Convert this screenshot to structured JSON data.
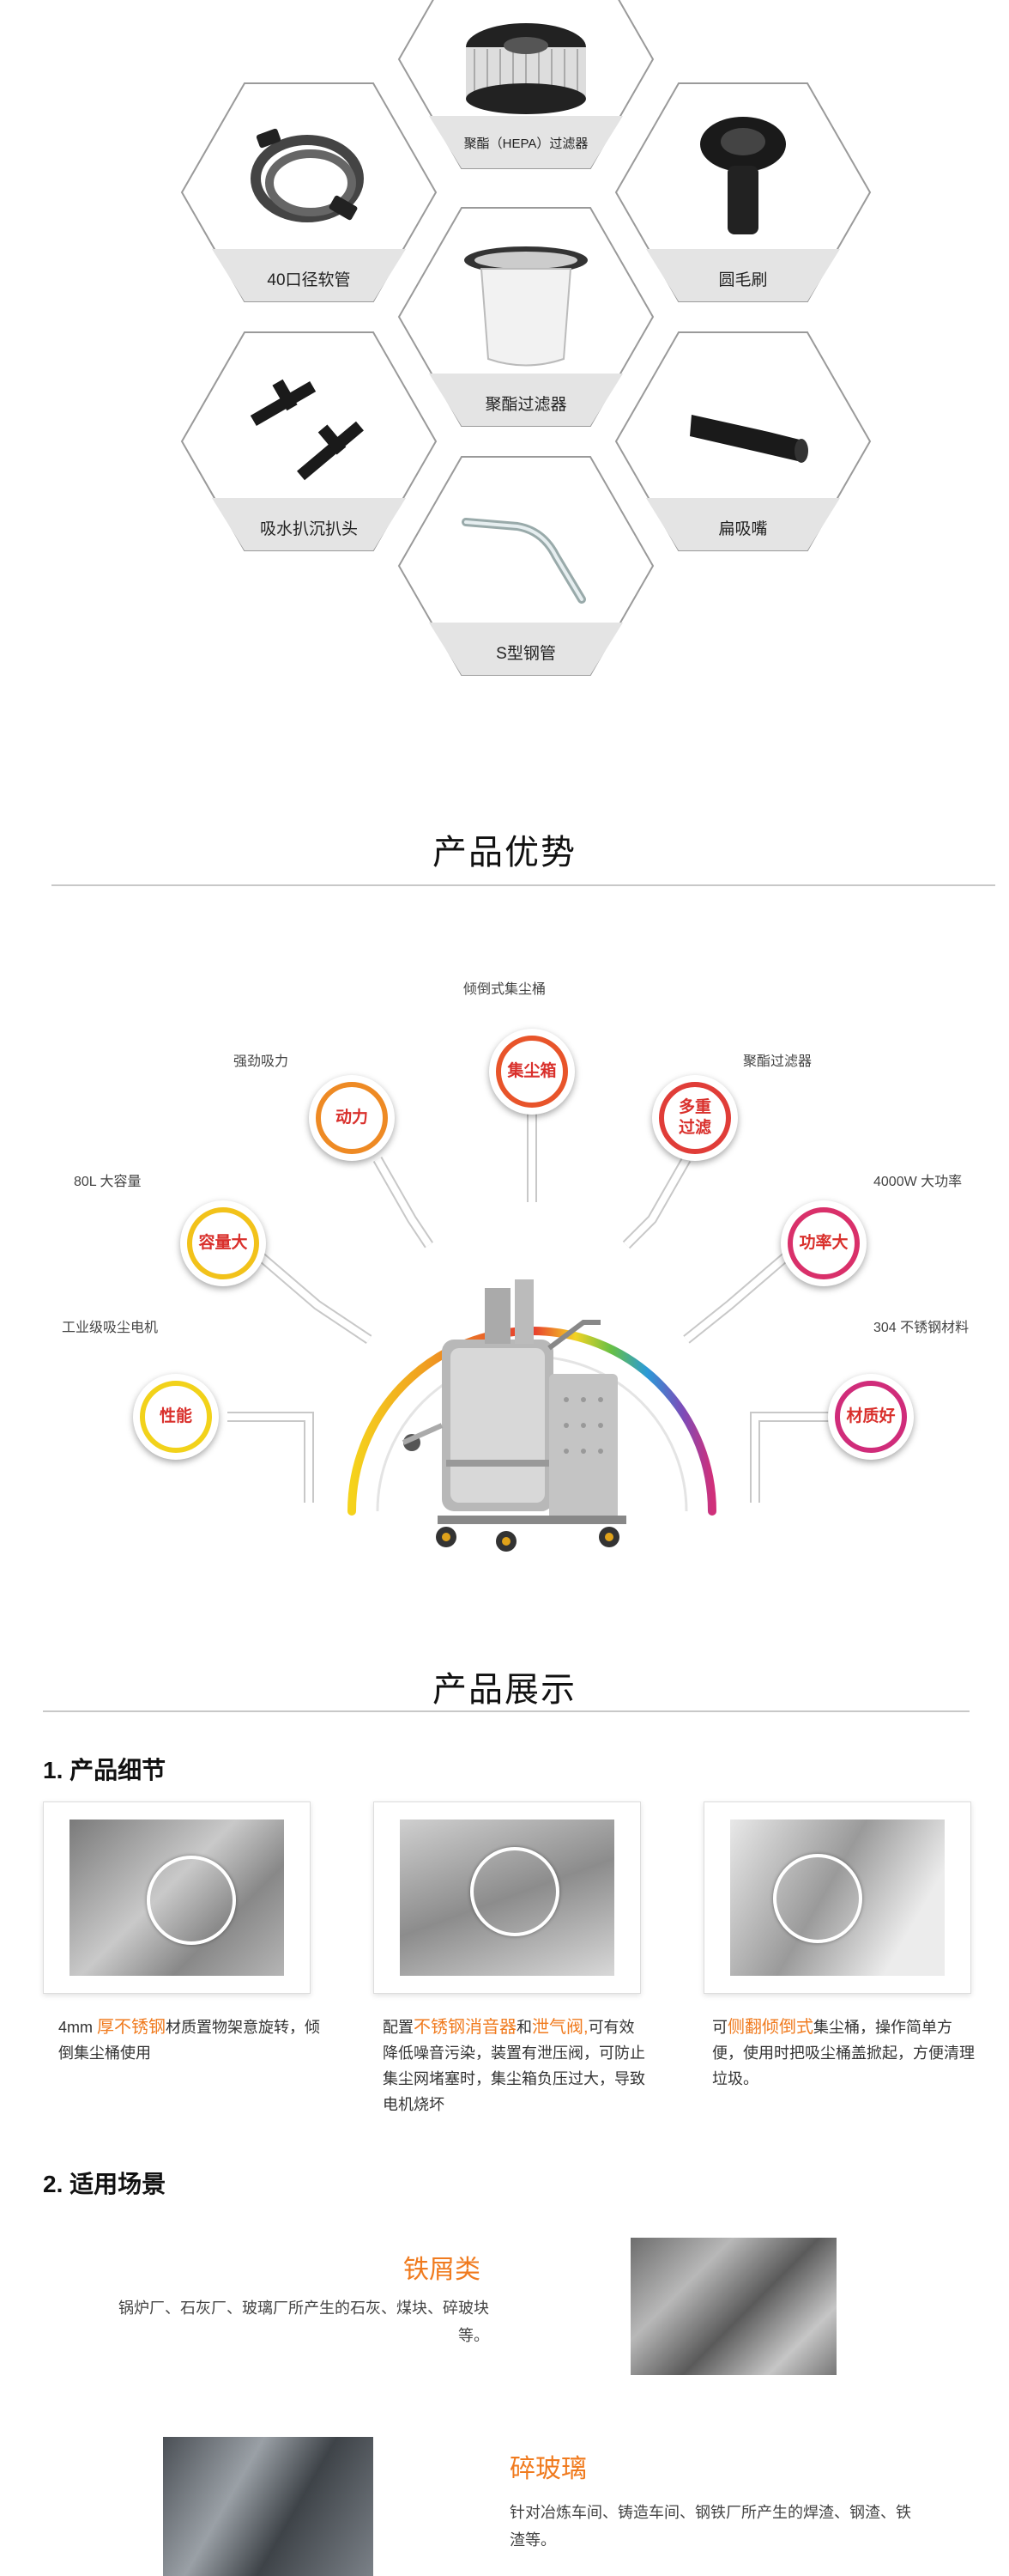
{
  "accessories": {
    "hepa_filter": "聚酯（HEPA）过滤器",
    "hose": "40口径软管",
    "round_brush": "圆毛刷",
    "polyester_filter": "聚酯过滤器",
    "squeegee": "吸水扒沉扒头",
    "flat_nozzle": "扁吸嘴",
    "s_pipe": "S型钢管"
  },
  "advantages": {
    "title": "产品优势",
    "features": [
      {
        "label": "性能",
        "caption": "工业级吸尘电机",
        "color": "#f2d21a"
      },
      {
        "label": "容量大",
        "caption": "80L 大容量",
        "color": "#f2c21a"
      },
      {
        "label": "动力",
        "caption": "强劲吸力",
        "color": "#ee8a24"
      },
      {
        "label": "集尘箱",
        "caption": "倾倒式集尘桶",
        "color": "#e8542a"
      },
      {
        "label": "多重\n过滤",
        "caption": "聚酯过滤器",
        "color": "#e03d38"
      },
      {
        "label": "功率大",
        "caption": "4000W 大功率",
        "color": "#d9306a"
      },
      {
        "label": "材质好",
        "caption": "304 不锈钢材料",
        "color": "#d02c7a"
      }
    ]
  },
  "showcase": {
    "title": "产品展示",
    "detail_heading": "1. 产品细节",
    "details": [
      {
        "pre": "4mm ",
        "hl": "厚不锈钢",
        "post": "材质置物架意旋转，倾倒集尘桶使用"
      },
      {
        "pre": "配置",
        "hl": "不锈钢消音器",
        "mid": "和",
        "hl2": "泄气阀,",
        "post": "可有效降低噪音污染，装置有泄压阀，可防止集尘网堵塞时，集尘箱负压过大，导致电机烧坏"
      },
      {
        "pre": "可",
        "hl": "侧翻倾倒式",
        "post": "集尘桶，操作简单方便，使用时把吸尘桶盖掀起，方便清理垃圾。"
      }
    ],
    "scene_heading": "2. 适用场景",
    "scenes": [
      {
        "title": "铁屑类",
        "text": "锅炉厂、石灰厂、玻璃厂所产生的石灰、煤块、碎玻块等。"
      },
      {
        "title": "碎玻璃",
        "text": "针对冶炼车间、铸造车间、钢铁厂所产生的焊渣、钢渣、铁渣等。"
      }
    ]
  }
}
